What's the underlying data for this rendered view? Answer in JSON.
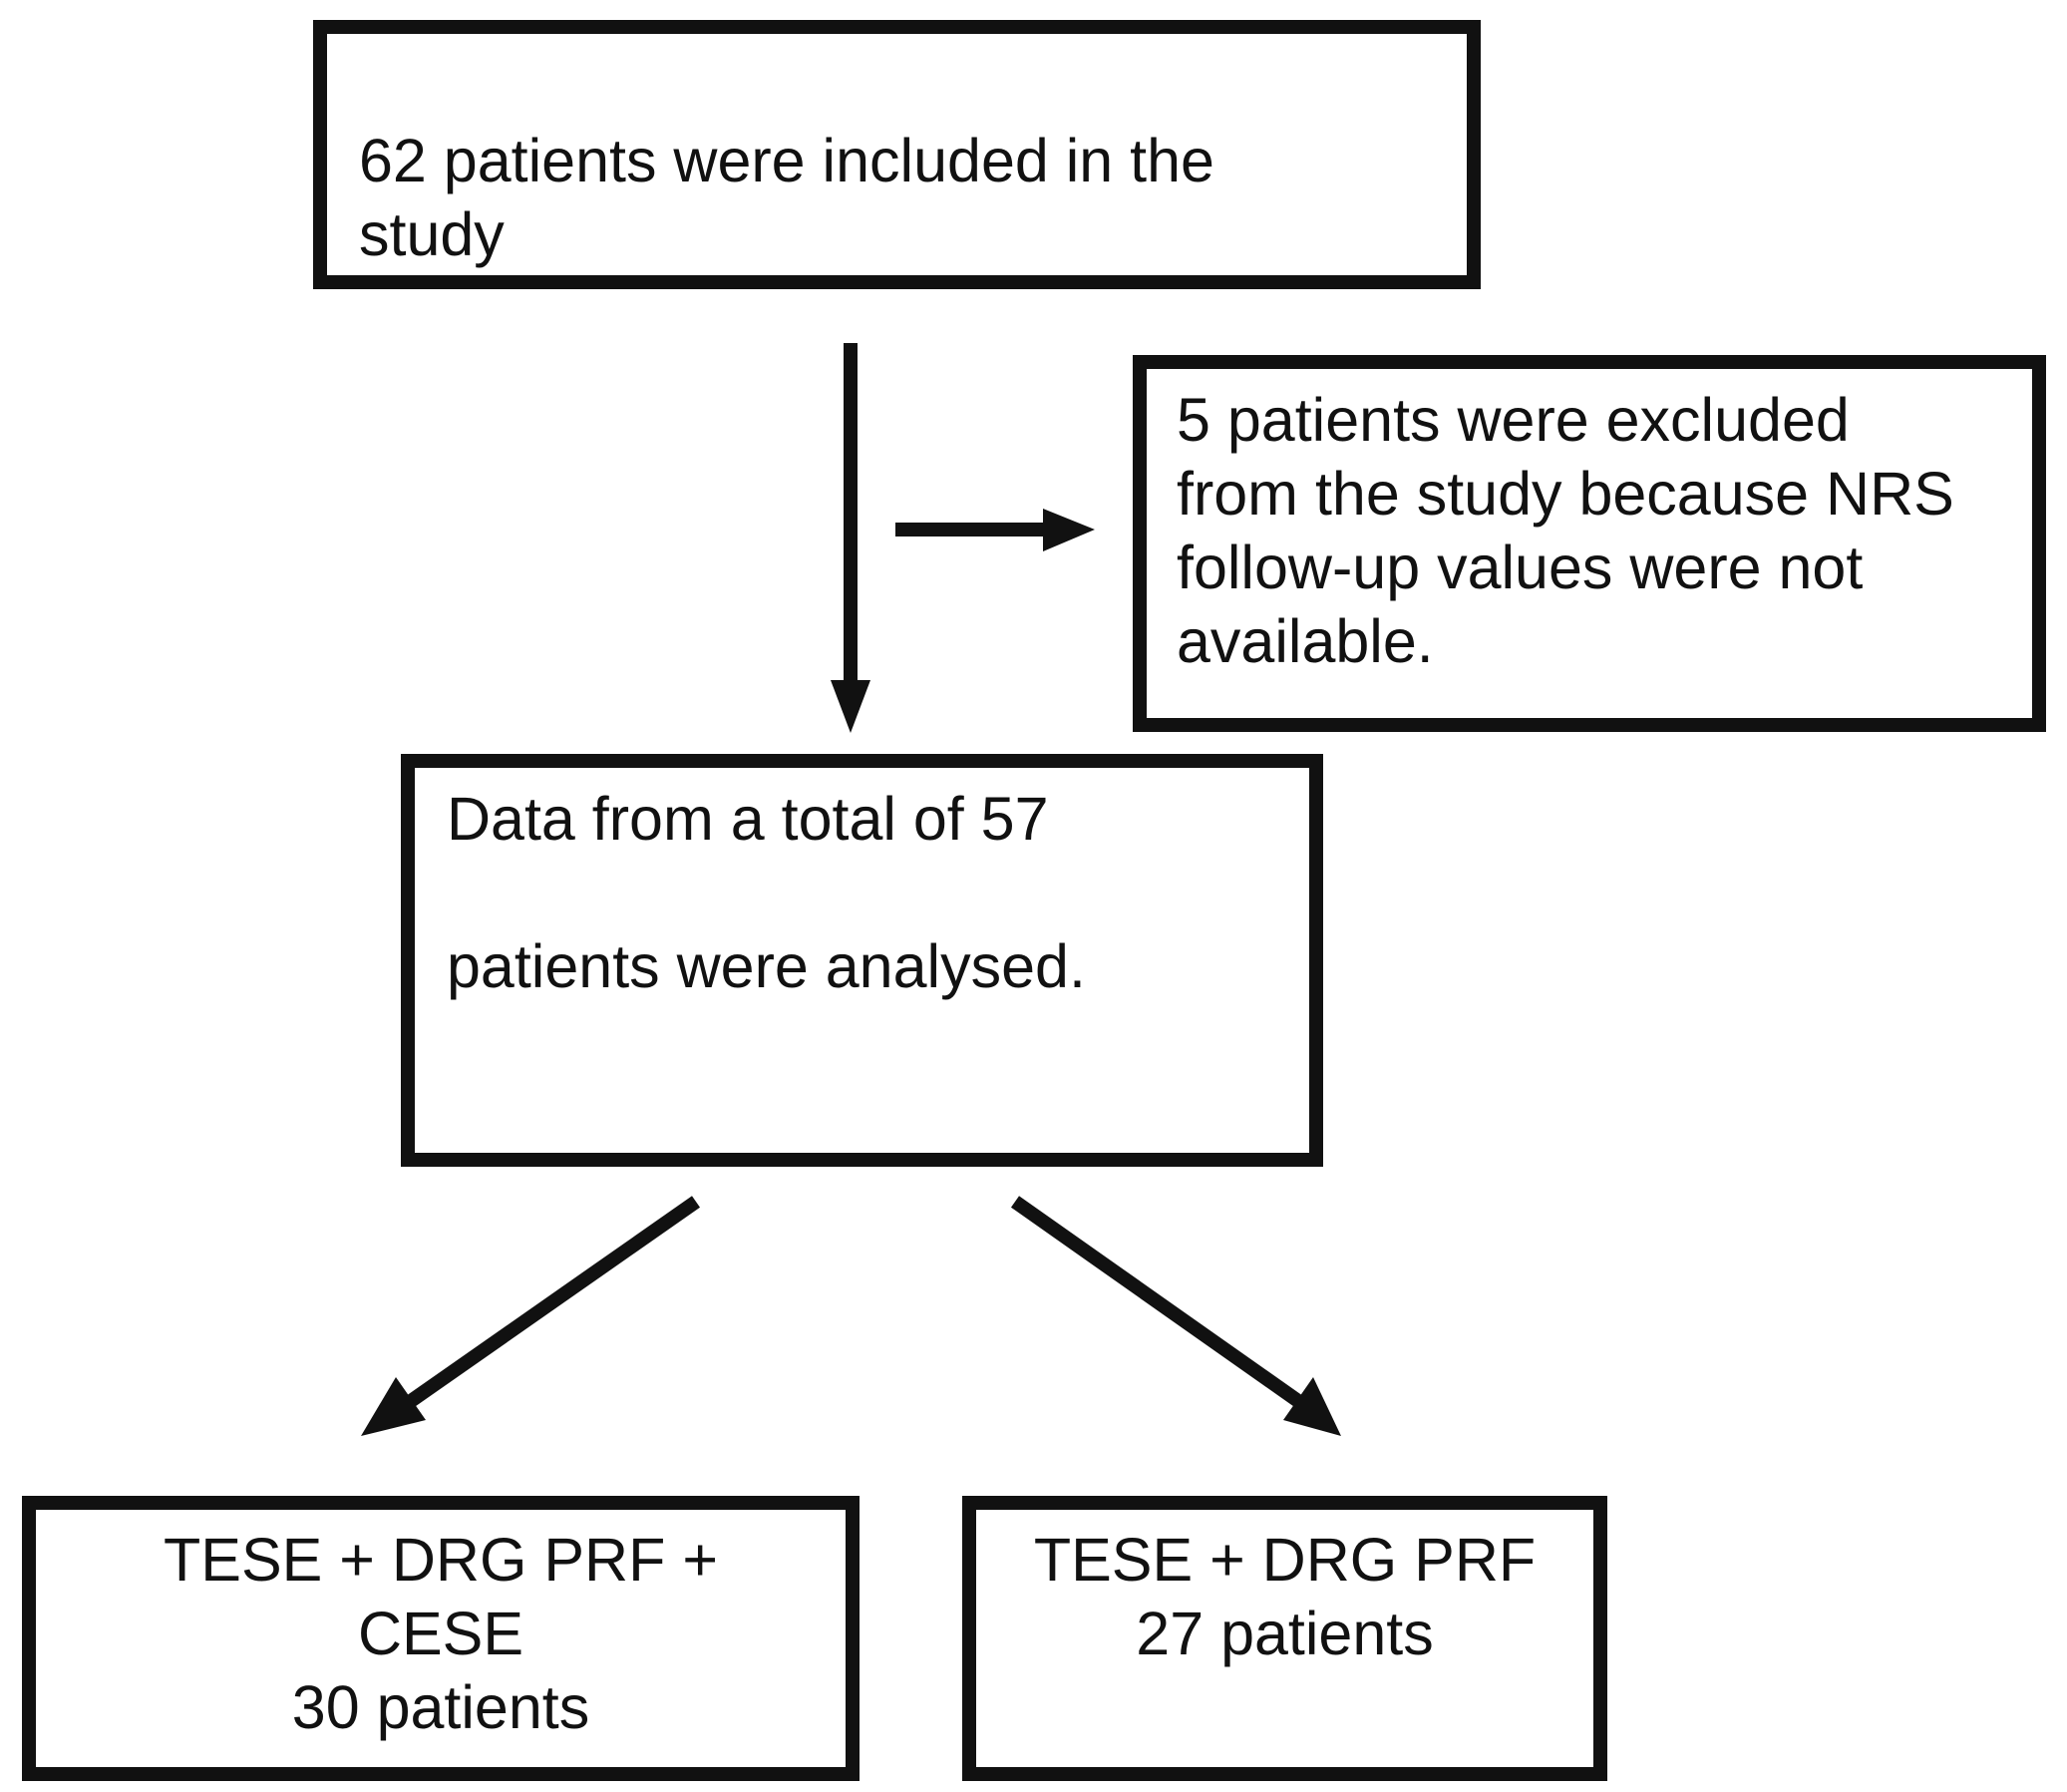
{
  "diagram": {
    "box_included": {
      "lines": [
        "62 patients were included in the",
        "study"
      ]
    },
    "box_excluded": {
      "lines": [
        "5 patients were excluded",
        "from the study because NRS",
        "follow-up values were not",
        "available."
      ]
    },
    "box_analysed": {
      "lines": [
        "Data from a total of 57",
        "patients were analysed."
      ]
    },
    "box_group_a": {
      "lines": [
        "TESE + DRG PRF +",
        "CESE",
        "30 patients"
      ]
    },
    "box_group_b": {
      "lines": [
        "TESE + DRG PRF",
        "27 patients"
      ]
    }
  }
}
